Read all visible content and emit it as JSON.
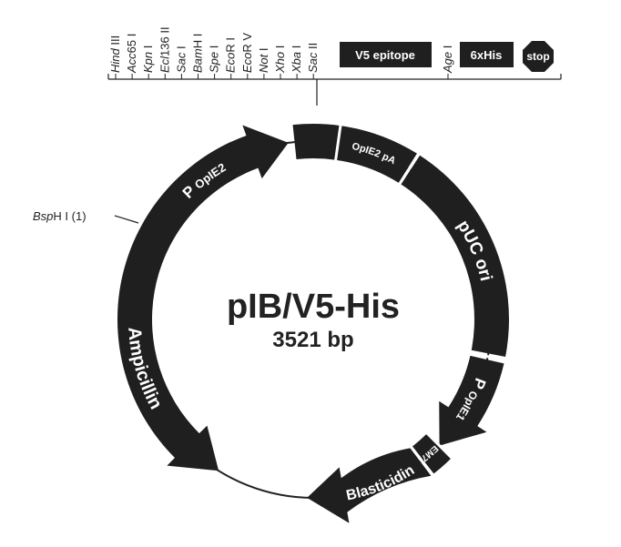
{
  "plasmid": {
    "name": "pIB/V5-His",
    "size": "3521 bp"
  },
  "mcs_sites": [
    {
      "italic": "Hind",
      "rest": " III"
    },
    {
      "italic": "Acc",
      "rest": "65 I"
    },
    {
      "italic": "Kpn",
      "rest": " I"
    },
    {
      "italic": "Ecl",
      "rest": "136 II"
    },
    {
      "italic": "Sac",
      "rest": " I"
    },
    {
      "italic": "Bam",
      "rest": "H I"
    },
    {
      "italic": "Spe",
      "rest": " I"
    },
    {
      "italic": "Eco",
      "rest": "R I"
    },
    {
      "italic": "Eco",
      "rest": "R V"
    },
    {
      "italic": "Not",
      "rest": " I"
    },
    {
      "italic": "Xho",
      "rest": " I"
    },
    {
      "italic": "Xba",
      "rest": " I"
    },
    {
      "italic": "Sac",
      "rest": " II"
    }
  ],
  "age_site": {
    "italic": "Age",
    "rest": " I"
  },
  "tags": {
    "v5": "V5 epitope",
    "his": "6xHis",
    "stop": "stop"
  },
  "features": {
    "popie2": {
      "main": "P",
      "sub": "OpIE2"
    },
    "opie2pa": "OpIE2 pA",
    "puc": "pUC ori",
    "popie1": {
      "main": "P",
      "sub": "OpIE1"
    },
    "em7": "EM7",
    "blasticidin": "Blasticidin",
    "ampicillin": "Ampicillin"
  },
  "bsph": {
    "italic": "Bsp",
    "rest": "H I (1)"
  },
  "colors": {
    "feature_fill": "#1f1f1f",
    "line": "#222222",
    "text": "#222222"
  }
}
